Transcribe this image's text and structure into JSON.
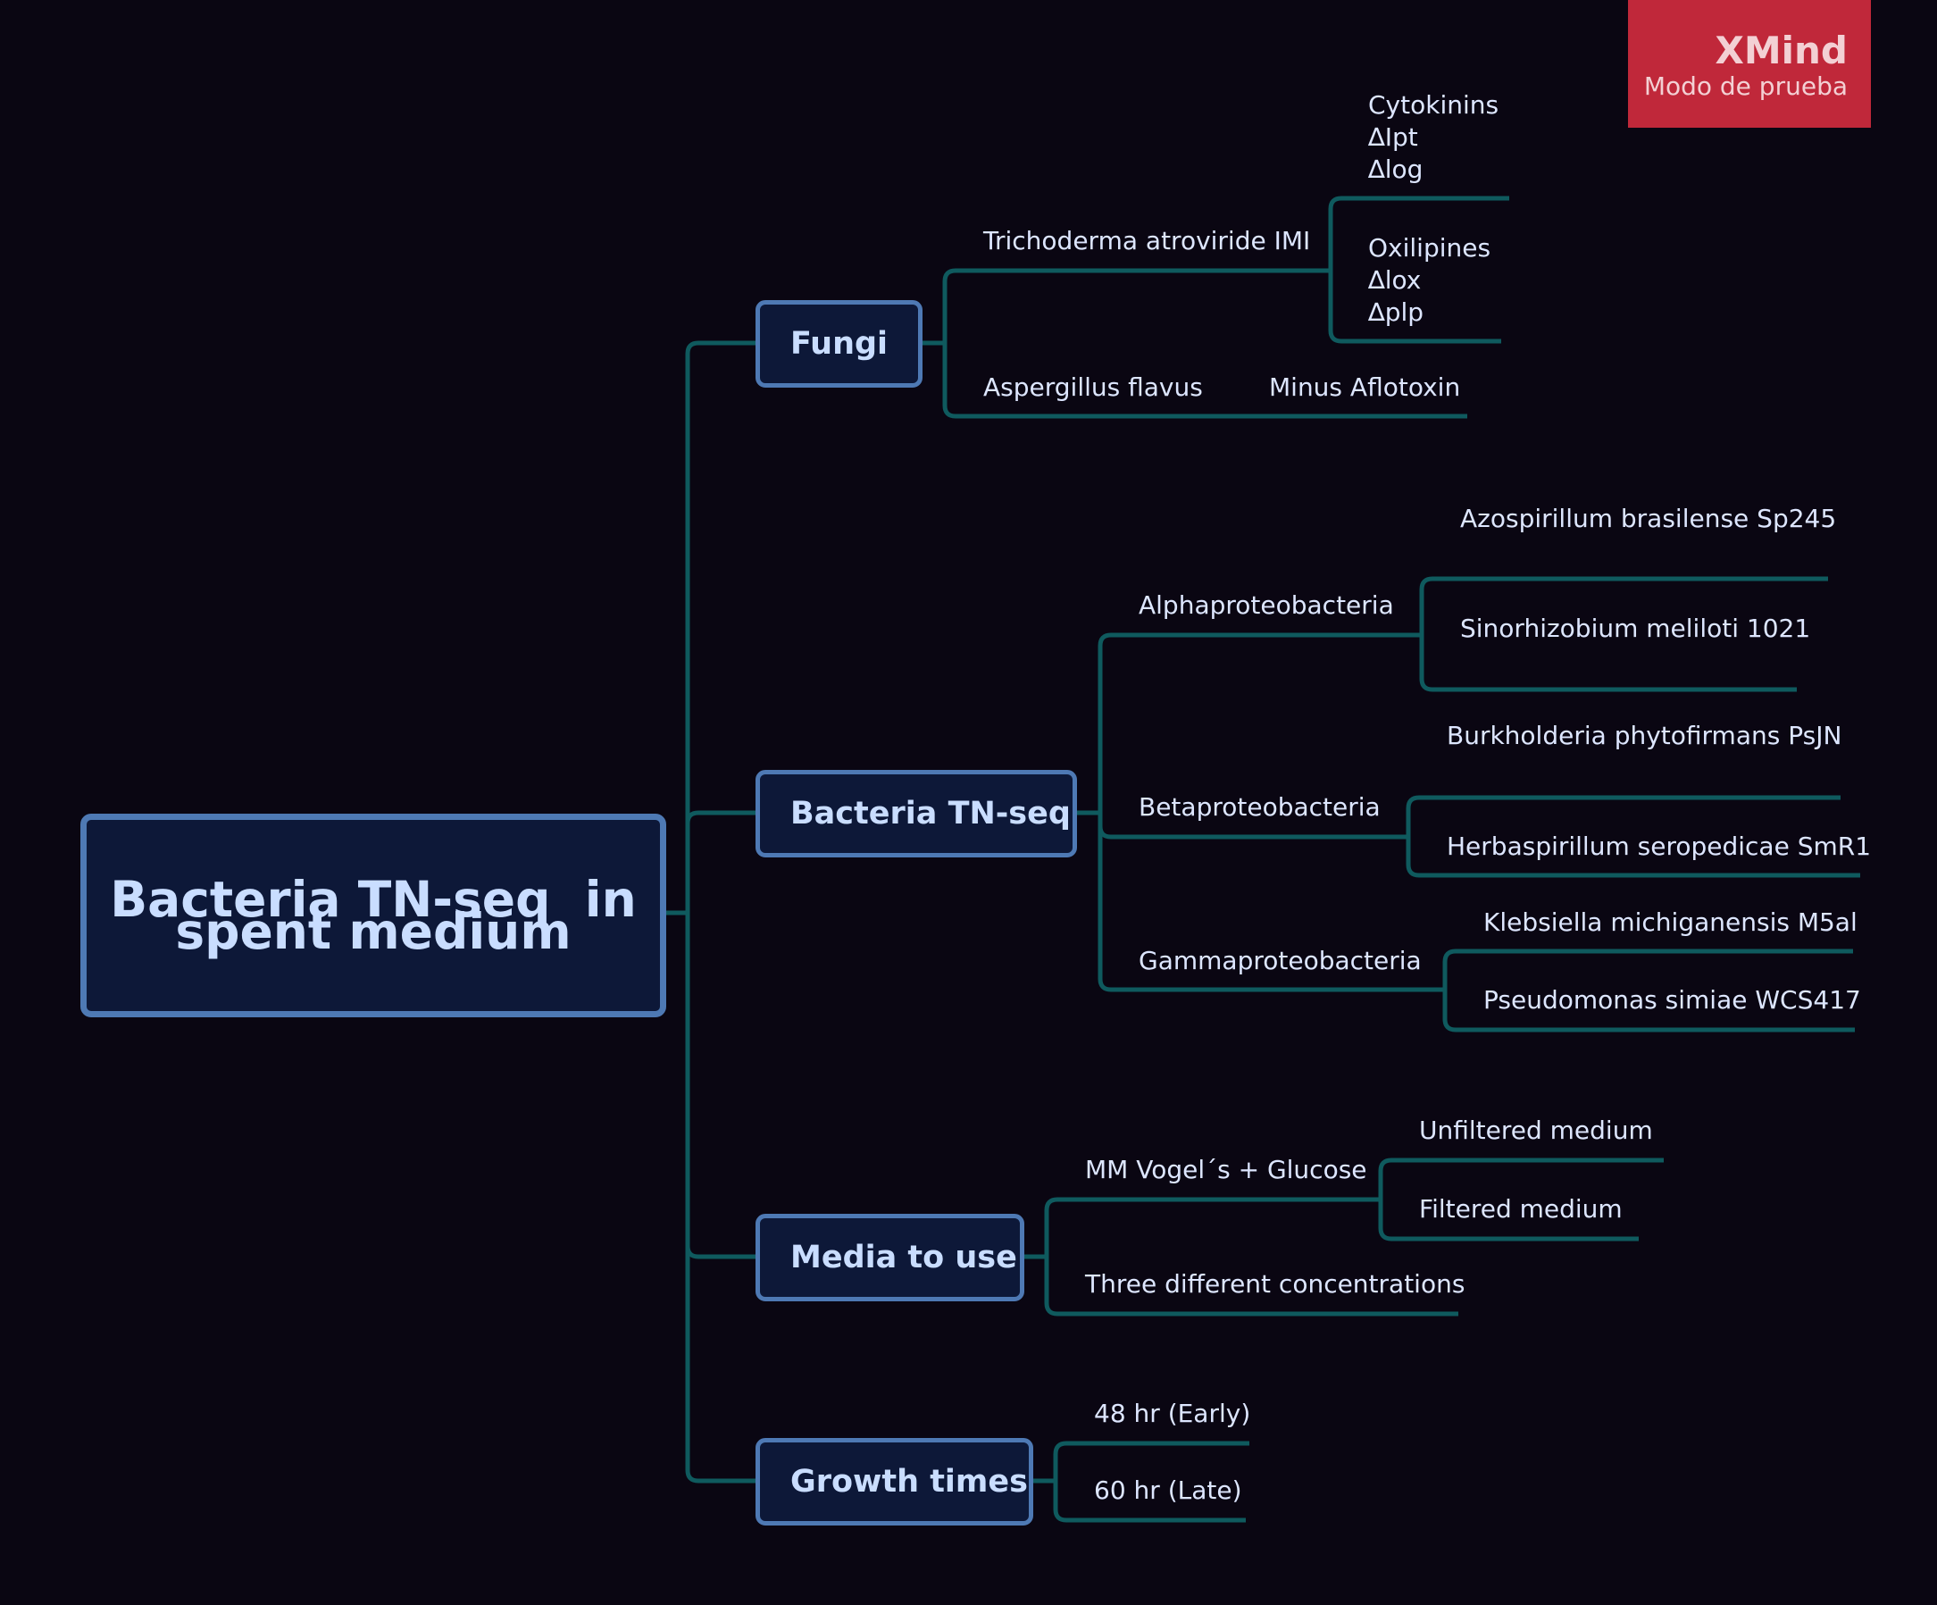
{
  "watermark": {
    "title": "XMind",
    "subtitle": "Modo de prueba"
  },
  "colors": {
    "background": "#0a0612",
    "connector": "#0f5a5e",
    "node_fill": "#0d1838",
    "node_border": "#4e79b4",
    "node_text": "#c9ddff",
    "watermark": "#c0283a"
  },
  "root": {
    "label": "Bacteria TN-seq  in\nspent medium"
  },
  "fungi": {
    "label": "Fungi",
    "trichoderma": {
      "label": "Trichoderma atroviride IMI",
      "cytokinins": "Cytokinins\n∆Ipt\n∆log",
      "oxilipines": "Oxilipines\n∆lox\n∆plp"
    },
    "aspergillus": {
      "label": "Aspergillus flavus",
      "child": "Minus Aflotoxin"
    }
  },
  "bacteria": {
    "label": "Bacteria TN-seq",
    "alpha": {
      "label": "Alphaproteobacteria",
      "children": [
        "Azospirillum brasilense Sp245",
        "Sinorhizobium meliloti 1021"
      ]
    },
    "beta": {
      "label": "Betaproteobacteria",
      "children": [
        "Burkholderia phytofirmans PsJN",
        "Herbaspirillum seropedicae SmR1"
      ]
    },
    "gamma": {
      "label": "Gammaproteobacteria",
      "children": [
        "Klebsiella michiganensis M5al",
        "Pseudomonas simiae WCS417"
      ]
    }
  },
  "media": {
    "label": "Media to use",
    "vogel": {
      "label": "MM Vogel´s + Glucose",
      "children": [
        "Unfiltered medium",
        "Filtered medium"
      ]
    },
    "concentrations": "Three different concentrations"
  },
  "growth": {
    "label": "Growth times",
    "children": [
      "48 hr (Early)",
      "60 hr (Late)"
    ]
  }
}
